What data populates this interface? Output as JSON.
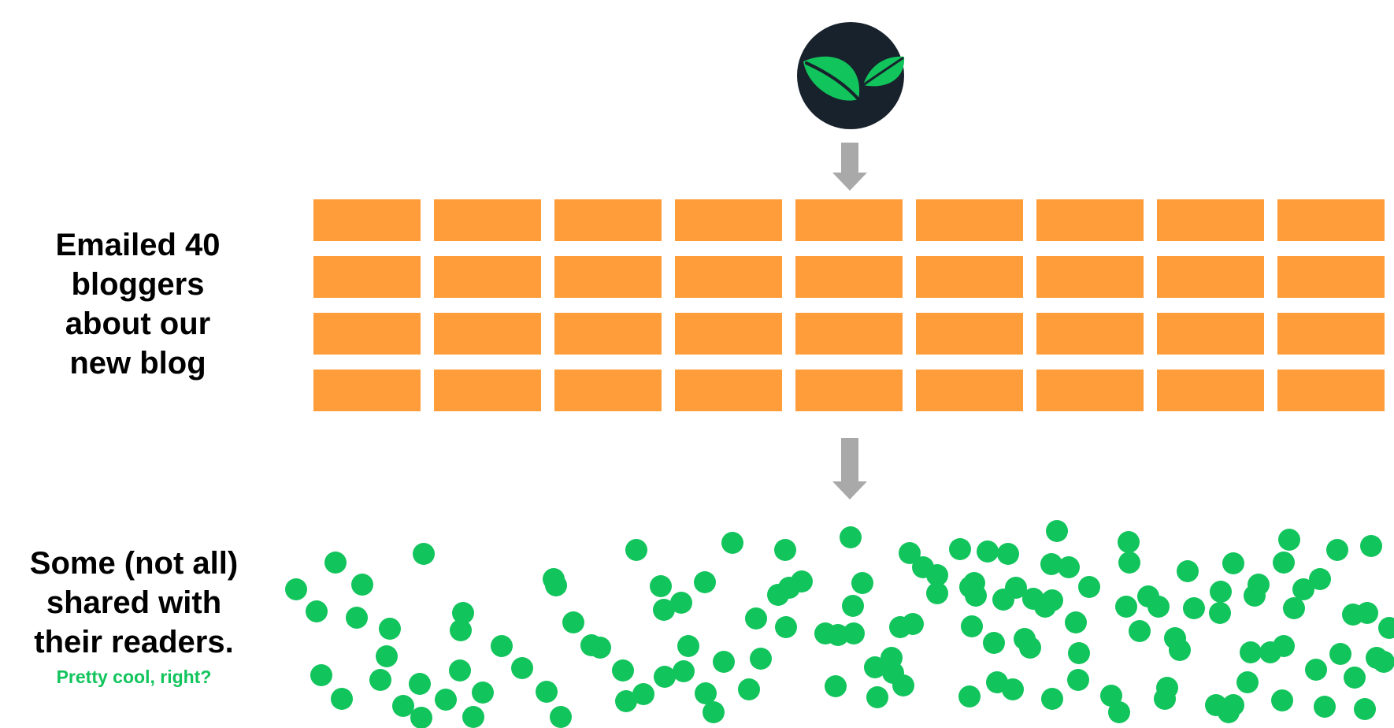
{
  "top_label": {
    "lines": [
      "Emailed 40",
      "bloggers",
      "about our",
      "new blog"
    ]
  },
  "bottom_label": {
    "lines": [
      "Some (not all)",
      "shared with",
      "their readers."
    ],
    "subline": "Pretty cool, right?"
  },
  "logo": {
    "icon": "leaf-sprout-icon",
    "circle_color": "#18222c",
    "leaf_color": "#12c45c"
  },
  "bloggers": {
    "count": 36,
    "rows": 4,
    "columns": 9,
    "color": "#ff9d3a"
  },
  "readers": {
    "color": "#12c45c"
  },
  "arrows": {
    "color": "#a9a9a9"
  }
}
